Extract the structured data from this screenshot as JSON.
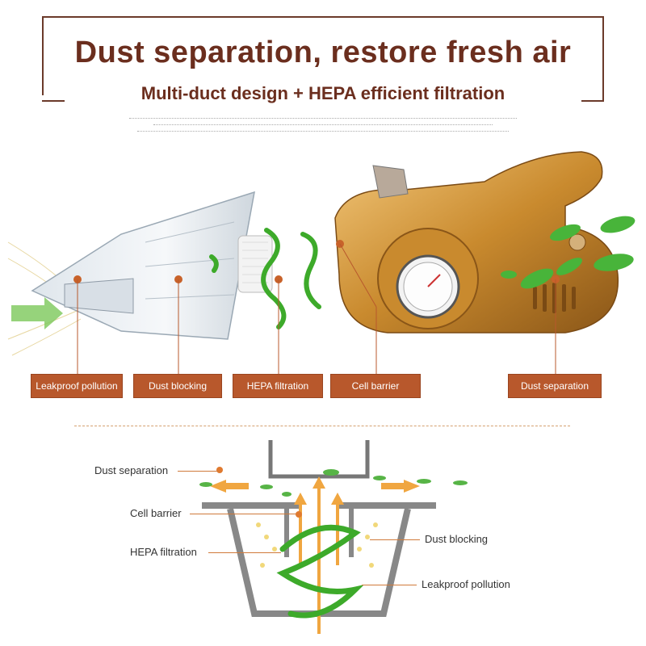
{
  "header": {
    "title": "Dust separation, restore fresh air",
    "subtitle": "Multi-duct design + HEPA efficient filtration"
  },
  "labels": {
    "leakproof": "Leakproof pollution",
    "dust_blocking": "Dust blocking",
    "hepa": "HEPA filtration",
    "cell_barrier": "Cell barrier",
    "dust_separation": "Dust separation"
  },
  "diagram": {
    "dust_separation": "Dust separation",
    "cell_barrier": "Cell barrier",
    "hepa": "HEPA filtration",
    "dust_blocking": "Dust blocking",
    "leakproof": "Leakproof pollution"
  },
  "colors": {
    "accent": "#b8582c",
    "title": "#6b2e1e",
    "gold": "#c98a2e",
    "leaf": "#3daa2a"
  }
}
